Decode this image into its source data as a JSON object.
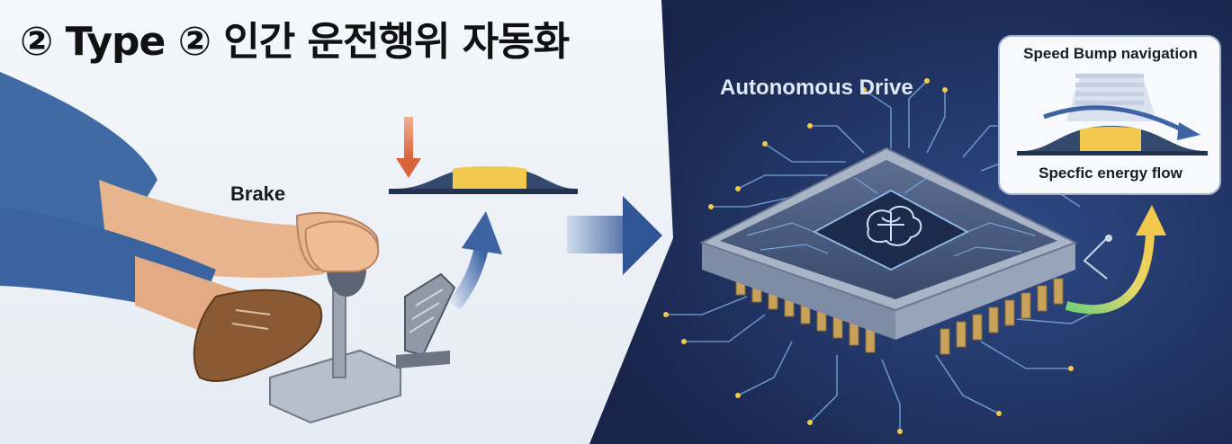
{
  "title": "② Type ② 인간 운전행위 자동화",
  "left_panel": {
    "brake_label": "Brake"
  },
  "right_panel": {
    "autonomous_label": "Autonomous Drive",
    "inset": {
      "title": "Speed Bump navigation",
      "caption": "Specfic energy flow"
    }
  },
  "colors": {
    "light_bg": "#eef2f7",
    "dark_bg": "#1c2a55",
    "arrow_blue": "#3d63a3",
    "arrow_orange": "#d9643c",
    "bump_yellow": "#f2c94c",
    "chip_gold": "#c8a15a",
    "circuit_blue": "#7fb2e6"
  },
  "icons": [
    "leg-shoe-icon",
    "hand-on-gear-icon",
    "brake-pedal-icon",
    "gear-shifter-icon",
    "speed-bump-icon",
    "ai-chip-icon",
    "brain-icon"
  ]
}
